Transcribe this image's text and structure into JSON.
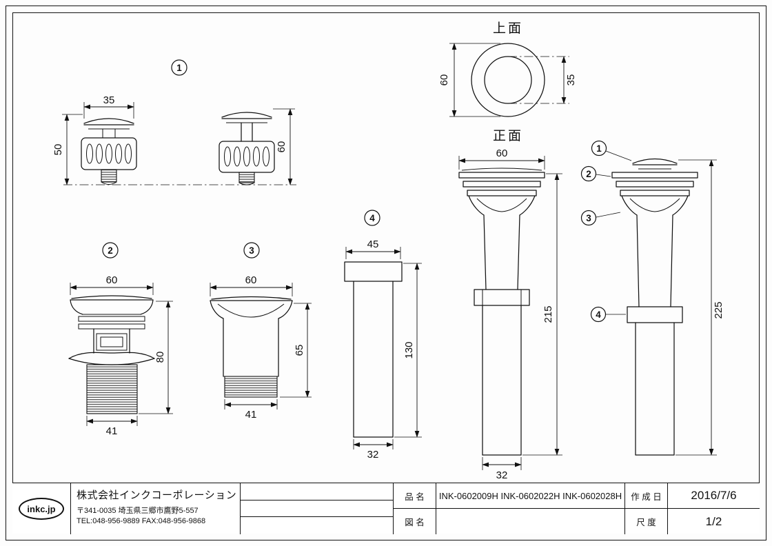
{
  "views": {
    "top": "上面",
    "front": "正面"
  },
  "callouts": {
    "n1": "1",
    "n2": "2",
    "n3": "3",
    "n4": "4"
  },
  "dims": {
    "topview": {
      "outer": "60",
      "inner": "35"
    },
    "part1": {
      "width": "35",
      "h_closed": "50",
      "h_open": "60"
    },
    "part2": {
      "w_top": "60",
      "height": "80",
      "w_bottom": "41"
    },
    "part3": {
      "w_top": "60",
      "height": "65",
      "w_bottom": "41"
    },
    "part4": {
      "w_top": "45",
      "height": "130",
      "w_bottom": "32"
    },
    "front": {
      "w_top": "60",
      "height": "215",
      "w_bottom": "32"
    },
    "assembly": {
      "height": "225"
    }
  },
  "title_block": {
    "logo_text": "inkc.jp",
    "company_name": "株式会社インクコーポレーション",
    "address": "〒341-0035 埼玉県三郷市鷹野5-557",
    "contact": "TEL:048-956-9889 FAX:048-956-9868",
    "product_label": "品 名",
    "product_value": "INK-0602009H INK-0602022H INK-0602028H",
    "drawing_label": "図 名",
    "drawing_value": "",
    "date_label": "作 成 日",
    "date_value": "2016/7/6",
    "scale_label": "尺 度",
    "scale_value": "1/2"
  }
}
